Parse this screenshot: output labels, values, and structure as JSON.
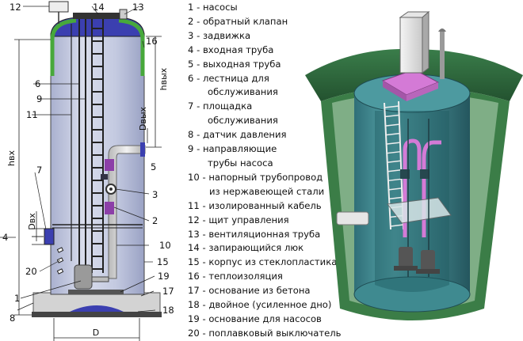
{
  "legend": [
    {
      "number": "1",
      "text": "насосы"
    },
    {
      "number": "2",
      "text": "обратный клапан"
    },
    {
      "number": "3",
      "text": "задвижка"
    },
    {
      "number": "4",
      "text": "входная труба"
    },
    {
      "number": "5",
      "text": "выходная труба"
    },
    {
      "number": "6",
      "text": "лестница для",
      "cont": "обслуживания"
    },
    {
      "number": "7",
      "text": "площадка",
      "cont": "обслуживания"
    },
    {
      "number": "8",
      "text": "датчик давления"
    },
    {
      "number": "9",
      "text": "направляющие",
      "cont": "трубы насоса"
    },
    {
      "number": "10",
      "text": "напорный трубопровод",
      "cont": "из нержавеющей стали"
    },
    {
      "number": "11",
      "text": "изолированный кабель"
    },
    {
      "number": "12",
      "text": "щит управления"
    },
    {
      "number": "13",
      "text": "вентиляционная труба"
    },
    {
      "number": "14",
      "text": "запирающийся люк"
    },
    {
      "number": "15",
      "text": "корпус из стеклопластика"
    },
    {
      "number": "16",
      "text": "теплоизоляция"
    },
    {
      "number": "17",
      "text": "основание из бетона"
    },
    {
      "number": "18",
      "text": "двойное (усиленное дно)"
    },
    {
      "number": "19",
      "text": "основание для насосов"
    },
    {
      "number": "20",
      "text": "поплавковый выключатель"
    }
  ],
  "separator": " - ",
  "schematic": {
    "callouts": [
      "1",
      "2",
      "3",
      "4",
      "5",
      "6",
      "7",
      "8",
      "9",
      "10",
      "11",
      "12",
      "13",
      "14",
      "15",
      "16",
      "17",
      "18",
      "19",
      "20"
    ],
    "dimensions": {
      "h_in": "hвх",
      "h_out": "hвых",
      "d_out": "Dвых",
      "d_in": "Dвх",
      "diameter": "D"
    }
  },
  "colors": {
    "body": "#c9cfe2",
    "body_dark": "#9aa3c4",
    "cap": "#3b3fb0",
    "insulation": "#47a83b",
    "pipe": "#d8d8d8",
    "valve": "#8c3fa8",
    "concrete": "#d6d6d6",
    "ground": "#2f6a3a",
    "render_body": "#3f8f95"
  }
}
